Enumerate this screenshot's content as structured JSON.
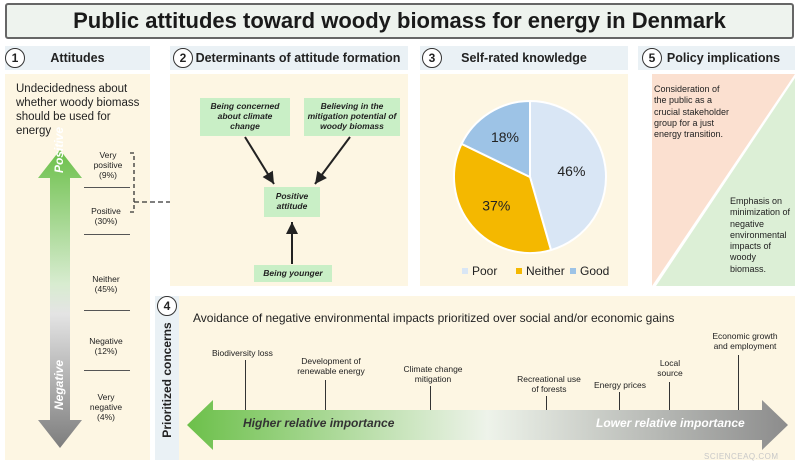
{
  "title": "Public attitudes toward woody biomass for energy in Denmark",
  "sections": {
    "s1": {
      "num": "1",
      "label": "Attitudes"
    },
    "s2": {
      "num": "2",
      "label": "Determinants of attitude formation"
    },
    "s3": {
      "num": "3",
      "label": "Self-rated knowledge"
    },
    "s4": {
      "num": "4",
      "label": "Prioritized concerns"
    },
    "s5": {
      "num": "5",
      "label": "Policy implications"
    }
  },
  "attitudes": {
    "question": "Undecidedness about whether woody biomass should be used for energy",
    "arrow_top": "Positive",
    "arrow_bottom": "Negative",
    "levels": [
      {
        "label": "Very positive",
        "value": "(9%)"
      },
      {
        "label": "Positive",
        "value": "(30%)"
      },
      {
        "label": "Neither",
        "value": "(45%)"
      },
      {
        "label": "Negative",
        "value": "(12%)"
      },
      {
        "label": "Very negative",
        "value": "(4%)"
      }
    ]
  },
  "determinants": {
    "concerned": "Being concerned about climate change",
    "believing": "Believing in the mitigation potential of woody biomass",
    "outcome": "Positive attitude",
    "younger": "Being younger"
  },
  "chart_data": {
    "type": "pie",
    "categories": [
      "Poor",
      "Neither",
      "Good"
    ],
    "values": [
      46,
      37,
      18
    ],
    "labels": [
      "46%",
      "37%",
      "18%"
    ],
    "colors": [
      "#d9e6f5",
      "#f4b800",
      "#9dc3e6"
    ],
    "legend_placement": "bottom"
  },
  "concerns": {
    "headline": "Avoidance of negative environmental impacts prioritized over social and/or economic gains",
    "items": [
      "Biodiversity loss",
      "Development of renewable energy",
      "Climate change mitigation",
      "Recreational use of forests",
      "Energy prices",
      "Local source",
      "Economic growth and employment"
    ],
    "higher": "Higher relative importance",
    "lower": "Lower relative importance"
  },
  "policy": {
    "top": "Consideration of the public as a crucial stakeholder group for a just energy transition.",
    "bottom": "Emphasis on minimization of negative environmental impacts of woody biomass."
  },
  "watermark": "SCIENCEAQ.COM",
  "colors": {
    "green": "#6cc04a",
    "grey": "#8c8c8c",
    "panel": "#fdf6e3",
    "header": "#eaf1f5"
  }
}
